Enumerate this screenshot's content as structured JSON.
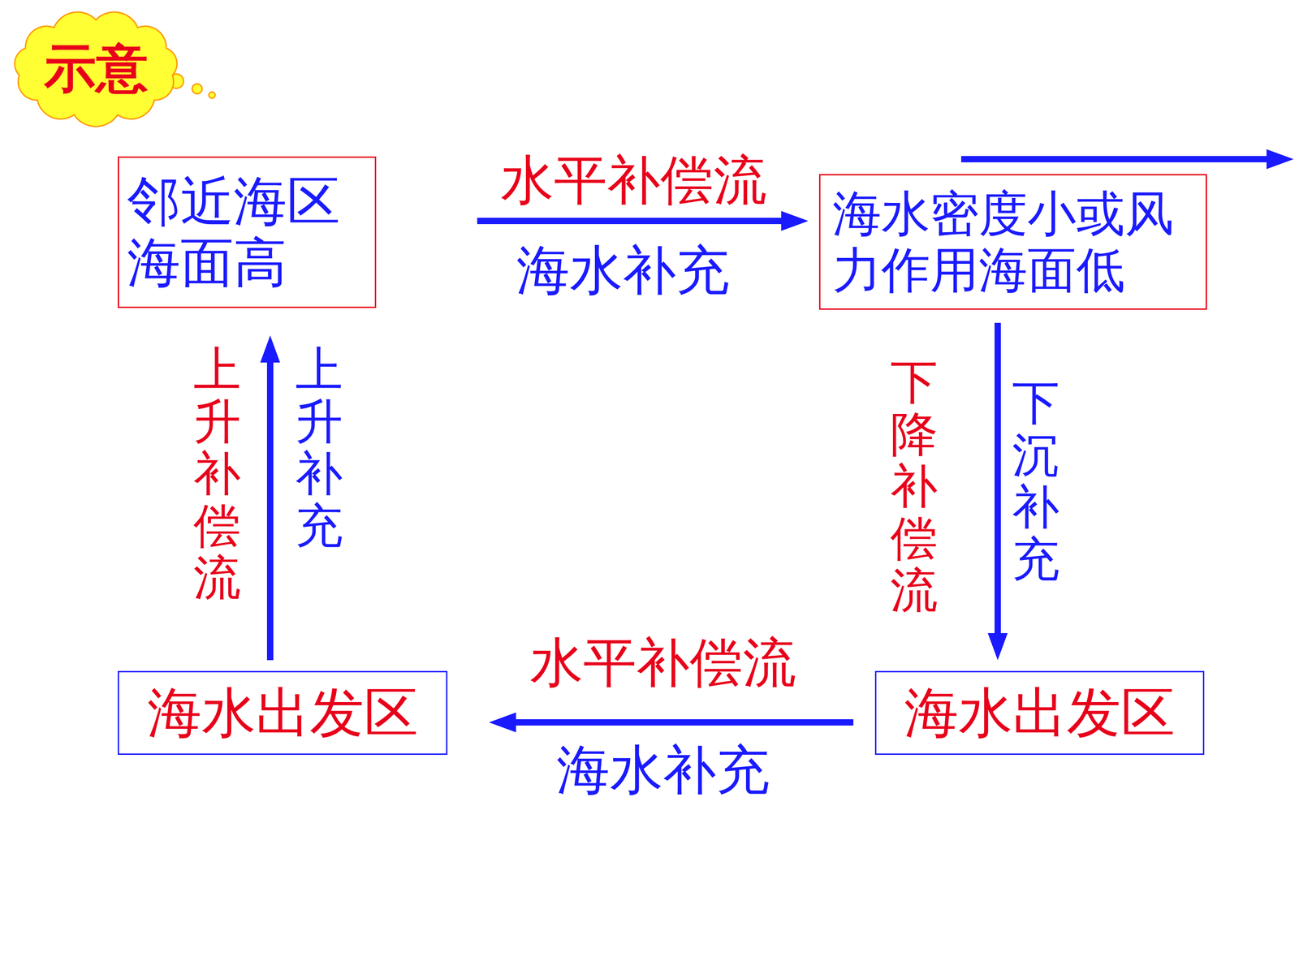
{
  "diagram": {
    "nodes": [
      {
        "text": [
          "示意"
        ]
      },
      {
        "text": [
          "邻近海区 海面高"
        ]
      },
      {
        "text": [
          "海水密度小或风 力作用海面低"
        ]
      },
      {
        "text": [
          "海水出发区"
        ]
      },
      {
        "text": [
          "海水出发区"
        ]
      }
    ],
    "edges": [
      {
        "from": 1,
        "to": 2,
        "arrow": "to",
        "label": "水平补偿流"
      },
      {
        "from": 2,
        "to": 3,
        "arrow": "to",
        "label": "下降补偿流"
      },
      {
        "from": 3,
        "to": 4,
        "arrow": "to",
        "label": "水平补偿流"
      },
      {
        "from": 4,
        "to": 1,
        "arrow": "to",
        "label": "上升补偿流"
      }
    ],
    "labels": [
      "海水补充",
      "下沉补充",
      "海水补充",
      "上升补充"
    ]
  }
}
